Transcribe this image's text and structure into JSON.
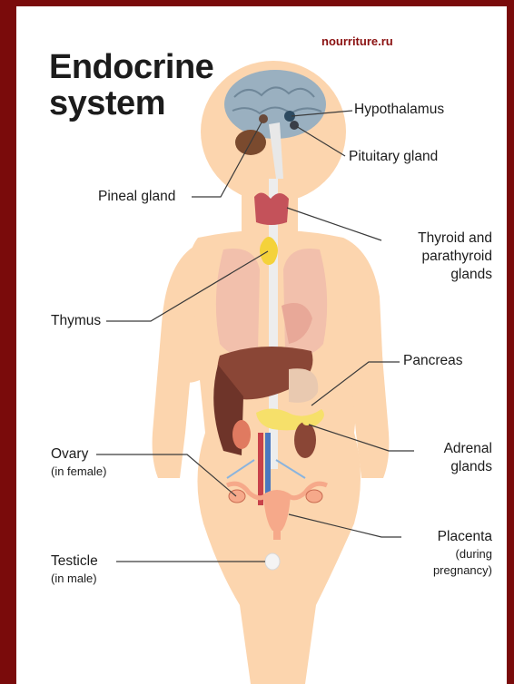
{
  "title_line1": "Endocrine",
  "title_line2": "system",
  "watermark": "nourriture.ru",
  "labels": {
    "hypothalamus": "Hypothalamus",
    "pituitary": "Pituitary gland",
    "pineal": "Pineal gland",
    "thyroid_1": "Thyroid and",
    "thyroid_2": "parathyroid",
    "thyroid_3": "glands",
    "thymus": "Thymus",
    "pancreas": "Pancreas",
    "adrenal_1": "Adrenal",
    "adrenal_2": "glands",
    "ovary": "Ovary",
    "ovary_note": "(in female)",
    "placenta": "Placenta",
    "placenta_note_1": "(during",
    "placenta_note_2": "pregnancy)",
    "testicle": "Testicle",
    "testicle_note": "(in male)"
  },
  "colors": {
    "background_frame": "#7a0b0b",
    "skin": "#fcd5ae",
    "brain": "#9ab0c0",
    "thyroid": "#c4525a",
    "thymus": "#f4d23a",
    "liver": "#8a4636",
    "lungs": "#f2c0ac",
    "pancreas": "#f6e06a",
    "uterus": "#f6a98a",
    "leader_line": "#3a3a3a"
  }
}
